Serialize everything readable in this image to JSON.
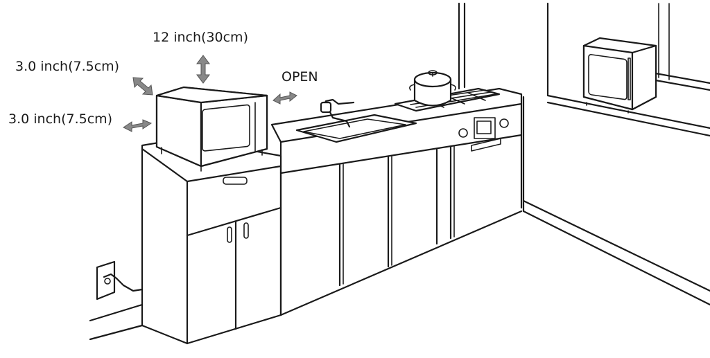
{
  "labels": {
    "top_clearance": "12 inch(30cm)",
    "left_clearance_upper": "3.0 inch(7.5cm)",
    "left_clearance_lower": "3.0 inch(7.5cm)",
    "open": "OPEN"
  },
  "icons": {
    "top_arrow": "double-arrow-vertical-icon",
    "left_upper_arrow": "double-arrow-diagonal-icon",
    "left_lower_arrow": "double-arrow-horizontal-icon",
    "right_arrow": "double-arrow-horizontal-icon"
  },
  "colors": {
    "line": "#1a1a1a",
    "arrow": "#888888",
    "background": "#ffffff"
  }
}
